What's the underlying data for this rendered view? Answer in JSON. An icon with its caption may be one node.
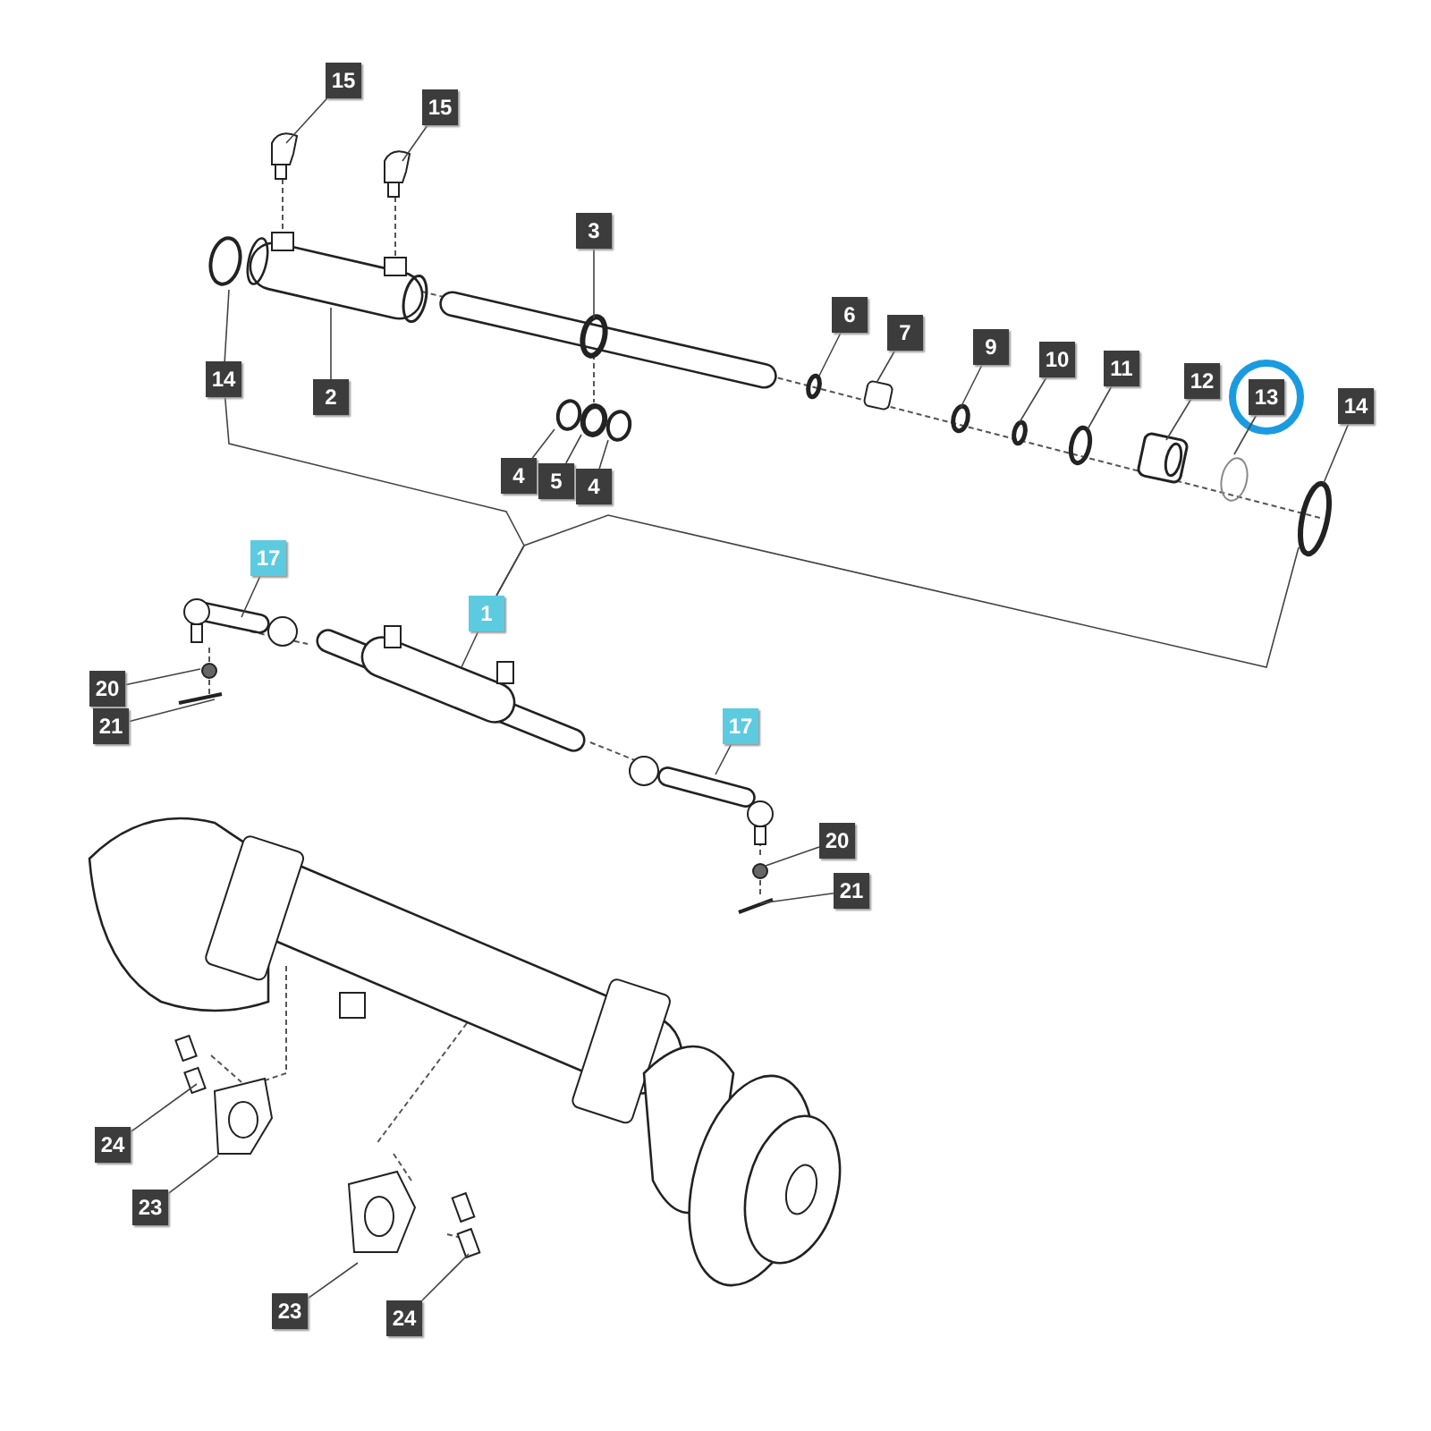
{
  "diagram": {
    "nodes": [
      {
        "text": [
          "15"
        ]
      },
      {
        "text": [
          "15"
        ]
      },
      {
        "text": [
          "3"
        ]
      },
      {
        "text": [
          "14"
        ]
      },
      {
        "text": [
          "2"
        ]
      },
      {
        "text": [
          "4"
        ]
      },
      {
        "text": [
          "5"
        ]
      },
      {
        "text": [
          "4"
        ]
      },
      {
        "text": [
          "6"
        ]
      },
      {
        "text": [
          "7"
        ]
      },
      {
        "text": [
          "9"
        ]
      },
      {
        "text": [
          "10"
        ]
      },
      {
        "text": [
          "11"
        ]
      },
      {
        "text": [
          "12"
        ]
      },
      {
        "text": [
          "13"
        ]
      },
      {
        "text": [
          "14"
        ]
      },
      {
        "text": [
          "17"
        ]
      },
      {
        "text": [
          "1"
        ]
      },
      {
        "text": [
          "20"
        ]
      },
      {
        "text": [
          "21"
        ]
      },
      {
        "text": [
          "17"
        ]
      },
      {
        "text": [
          "20"
        ]
      },
      {
        "text": [
          "21"
        ]
      },
      {
        "text": [
          "24"
        ]
      },
      {
        "text": [
          "23"
        ]
      },
      {
        "text": [
          "23"
        ]
      },
      {
        "text": [
          "24"
        ]
      }
    ],
    "edges": [
      {
        "from": 0,
        "to": null,
        "arrow": "none"
      },
      {
        "from": 1,
        "to": null,
        "arrow": "none"
      },
      {
        "from": 2,
        "to": null,
        "arrow": "none"
      },
      {
        "from": 3,
        "to": null,
        "arrow": "none"
      },
      {
        "from": 4,
        "to": null,
        "arrow": "none"
      },
      {
        "from": 5,
        "to": null,
        "arrow": "none"
      },
      {
        "from": 6,
        "to": null,
        "arrow": "none"
      },
      {
        "from": 7,
        "to": null,
        "arrow": "none"
      },
      {
        "from": 8,
        "to": null,
        "arrow": "none"
      },
      {
        "from": 9,
        "to": null,
        "arrow": "none"
      },
      {
        "from": 10,
        "to": null,
        "arrow": "none"
      },
      {
        "from": 11,
        "to": null,
        "arrow": "none"
      },
      {
        "from": 12,
        "to": null,
        "arrow": "none"
      },
      {
        "from": 13,
        "to": null,
        "arrow": "none"
      },
      {
        "from": 14,
        "to": null,
        "arrow": "none"
      },
      {
        "from": 15,
        "to": null,
        "arrow": "none"
      },
      {
        "from": 16,
        "to": null,
        "arrow": "none"
      },
      {
        "from": 17,
        "to": null,
        "arrow": "none"
      },
      {
        "from": 17,
        "to": 3,
        "arrow": "none"
      },
      {
        "from": 17,
        "to": null,
        "arrow": "none"
      },
      {
        "from": 18,
        "to": null,
        "arrow": "none"
      },
      {
        "from": 19,
        "to": null,
        "arrow": "none"
      },
      {
        "from": 20,
        "to": null,
        "arrow": "none"
      },
      {
        "from": 21,
        "to": null,
        "arrow": "none"
      },
      {
        "from": 22,
        "to": null,
        "arrow": "none"
      },
      {
        "from": 23,
        "to": null,
        "arrow": "none"
      },
      {
        "from": 24,
        "to": null,
        "arrow": "none"
      },
      {
        "from": 25,
        "to": null,
        "arrow": "none"
      },
      {
        "from": 26,
        "to": null,
        "arrow": "none"
      }
    ]
  }
}
